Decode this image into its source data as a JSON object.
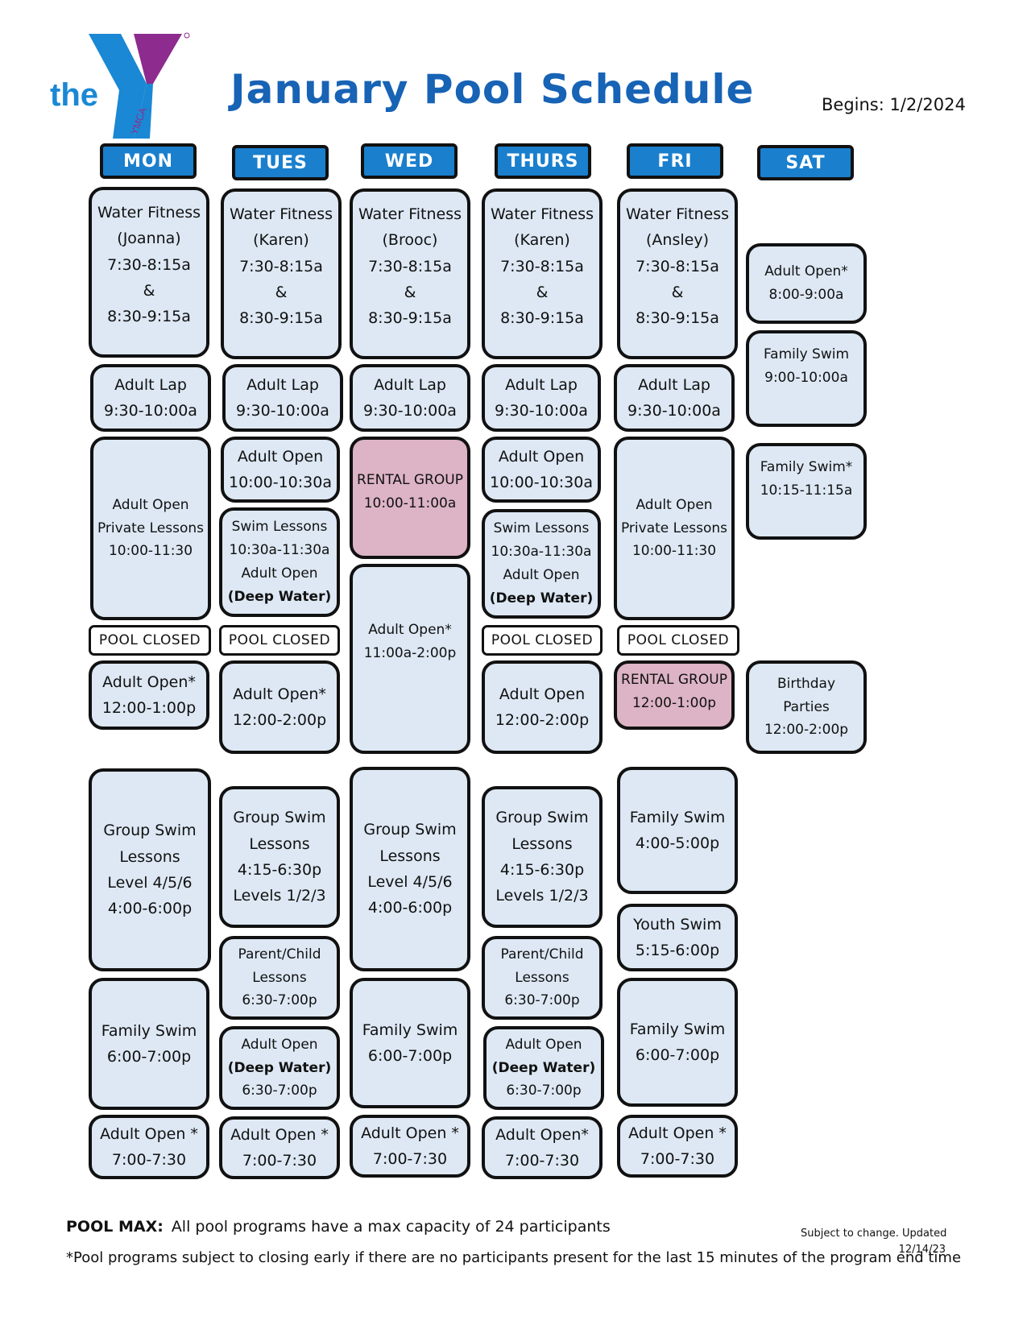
{
  "logo": {
    "text": "the",
    "vertical_text": "YMCA",
    "colors": {
      "blue": "#1a88d4",
      "purple": "#8d2b8e"
    }
  },
  "title": "January Pool Schedule",
  "begins": "Begins:  1/2/2024",
  "days": [
    "MON",
    "TUES",
    "WED",
    "THURS",
    "FRI",
    "SAT"
  ],
  "colors": {
    "header": "#1a7fcd",
    "block": "#dde8f4",
    "rental": "#ddb4c5",
    "title": "#1763b5"
  },
  "schedule": {
    "mon": [
      [
        "Water Fitness",
        "(Joanna)",
        "7:30-8:15a",
        "&",
        "8:30-9:15a"
      ],
      [
        "Adult Lap",
        "9:30-10:00a"
      ],
      [
        "Adult Open",
        "Private Lessons",
        "10:00-11:30"
      ],
      [
        "POOL CLOSED"
      ],
      [
        "Adult Open*",
        "12:00-1:00p"
      ],
      [
        "Group Swim",
        "Lessons",
        "Level 4/5/6",
        "4:00-6:00p"
      ],
      [
        "Family Swim",
        "6:00-7:00p"
      ],
      [
        "Adult Open *",
        "7:00-7:30"
      ]
    ],
    "tue": [
      [
        "Water Fitness",
        "(Karen)",
        "7:30-8:15a",
        "&",
        "8:30-9:15a"
      ],
      [
        "Adult Lap",
        "9:30-10:00a"
      ],
      [
        "Adult Open",
        "10:00-10:30a"
      ],
      [
        "Swim Lessons",
        "10:30a-11:30a",
        "Adult Open",
        "(Deep Water)"
      ],
      [
        "POOL CLOSED"
      ],
      [
        "Adult Open*",
        "12:00-2:00p"
      ],
      [
        "Group Swim",
        "Lessons",
        "4:15-6:30p",
        "Levels  1/2/3"
      ],
      [
        "Parent/Child",
        "Lessons",
        "6:30-7:00p"
      ],
      [
        "Adult Open",
        "(Deep Water)",
        "6:30-7:00p"
      ],
      [
        "Adult Open *",
        "7:00-7:30"
      ]
    ],
    "wed": [
      [
        "Water Fitness",
        "(Brooc)",
        "7:30-8:15a",
        "&",
        "8:30-9:15a"
      ],
      [
        "Adult Lap",
        "9:30-10:00a"
      ],
      [
        "RENTAL GROUP",
        "10:00-11:00a"
      ],
      [
        "Adult Open*",
        "11:00a-2:00p"
      ],
      [
        "Group Swim",
        "Lessons",
        "Level 4/5/6",
        "4:00-6:00p"
      ],
      [
        "Family Swim",
        "6:00-7:00p"
      ],
      [
        "Adult Open *",
        "7:00-7:30"
      ]
    ],
    "thu": [
      [
        "Water Fitness",
        "(Karen)",
        "7:30-8:15a",
        "&",
        "8:30-9:15a"
      ],
      [
        "Adult Lap",
        "9:30-10:00a"
      ],
      [
        "Adult Open",
        "10:00-10:30a"
      ],
      [
        "Swim Lessons",
        "10:30a-11:30a",
        "Adult Open",
        "(Deep Water)"
      ],
      [
        "POOL CLOSED"
      ],
      [
        "Adult Open",
        "12:00-2:00p"
      ],
      [
        "Group Swim",
        "Lessons",
        "4:15-6:30p",
        "Levels  1/2/3"
      ],
      [
        "Parent/Child",
        "Lessons",
        "6:30-7:00p"
      ],
      [
        "Adult Open",
        "(Deep Water)",
        "6:30-7:00p"
      ],
      [
        "Adult Open*",
        "7:00-7:30"
      ]
    ],
    "fri": [
      [
        "Water Fitness",
        "(Ansley)",
        "7:30-8:15a",
        "&",
        "8:30-9:15a"
      ],
      [
        "Adult Lap",
        "9:30-10:00a"
      ],
      [
        "Adult Open",
        "Private Lessons",
        "10:00-11:30"
      ],
      [
        "POOL CLOSED"
      ],
      [
        "RENTAL GROUP",
        "12:00-1:00p"
      ],
      [
        "Family Swim",
        "4:00-5:00p"
      ],
      [
        "Youth Swim",
        "5:15-6:00p"
      ],
      [
        "Family Swim",
        "6:00-7:00p"
      ],
      [
        "Adult Open *",
        "7:00-7:30"
      ]
    ],
    "sat": [
      [
        "Adult Open*",
        "8:00-9:00a"
      ],
      [
        "Family Swim",
        "9:00-10:00a"
      ],
      [
        "Family Swim*",
        "10:15-11:15a"
      ],
      [
        "Birthday",
        "Parties",
        "12:00-2:00p"
      ]
    ]
  },
  "subject_line1": "Subject to change. Updated",
  "subject_line2": "12/14/23",
  "pool_max_label": "POOL MAX:",
  "pool_max_text": "All pool programs have a max capacity of 24 participants",
  "footnote": "*Pool programs subject to closing early if there are no participants present for the last 15 minutes of the program end time"
}
